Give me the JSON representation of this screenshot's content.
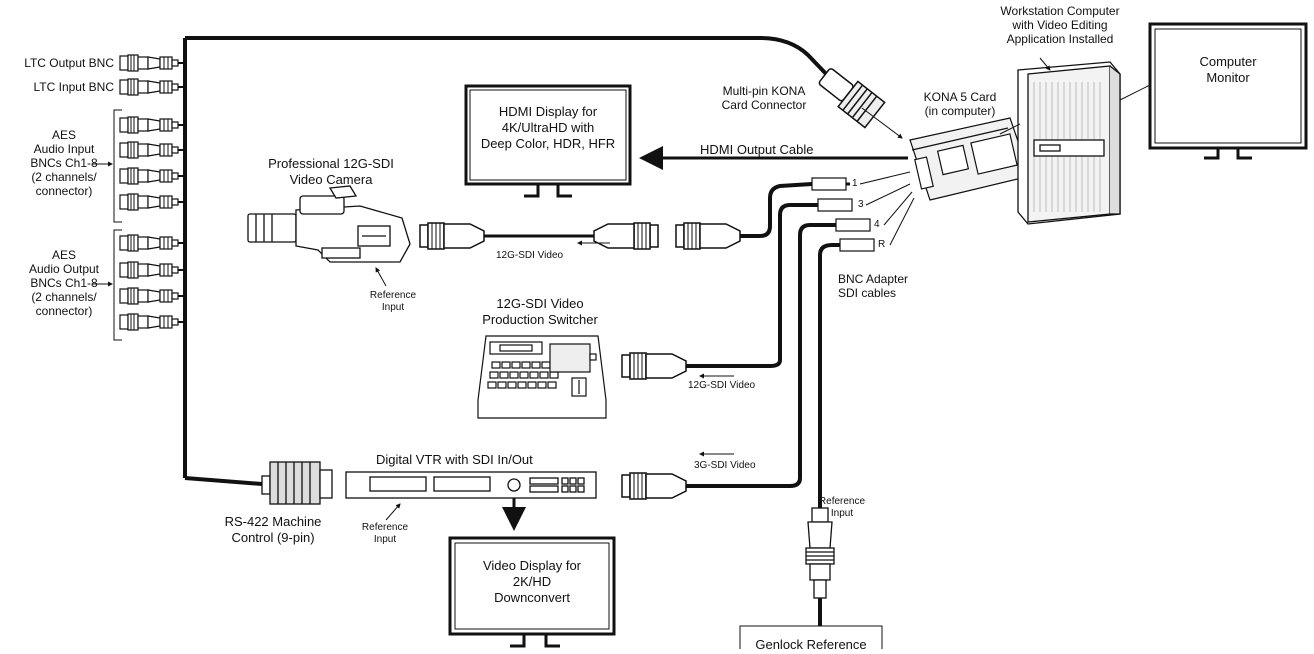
{
  "labels": {
    "ltc_output": "LTC Output BNC",
    "ltc_input": "LTC Input BNC",
    "aes_input": [
      "AES",
      "Audio Input",
      "BNCs Ch1-8",
      "(2 channels/",
      "connector)"
    ],
    "aes_output": [
      "AES",
      "Audio Output",
      "BNCs Ch1-8",
      "(2 channels/",
      "connector)"
    ],
    "camera": [
      "Professional 12G-SDI",
      "Video Camera"
    ],
    "camera_ref": [
      "Reference",
      "Input"
    ],
    "cam_video": "12G-SDI Video",
    "hdmi_display": [
      "HDMI Display for",
      "4K/UltraHD with",
      "Deep Color, HDR, HFR"
    ],
    "hdmi_cable": "HDMI Output Cable",
    "multipin": [
      "Multi-pin KONA",
      "Card Connector"
    ],
    "kona": [
      "KONA 5 Card",
      "(in computer)"
    ],
    "workstation": [
      "Workstation Computer",
      "with Video Editing",
      "Application Installed"
    ],
    "monitor": [
      "Computer",
      "Monitor"
    ],
    "ports": [
      "1",
      "3",
      "4",
      "R"
    ],
    "bnc_adapter": [
      "BNC Adapter",
      "SDI cables"
    ],
    "switcher": [
      "12G-SDI Video",
      "Production Switcher"
    ],
    "switcher_video": "12G-SDI Video",
    "vtr": "Digital VTR with SDI In/Out",
    "vtr_ref": [
      "Reference",
      "Input"
    ],
    "vtr_video": "3G-SDI Video",
    "rs422": [
      "RS-422 Machine",
      "Control (9-pin)"
    ],
    "video_display": [
      "Video Display for",
      "2K/HD",
      "Downconvert"
    ],
    "genlock_ref": [
      "Reference",
      "Input"
    ],
    "genlock": "Genlock Reference"
  }
}
